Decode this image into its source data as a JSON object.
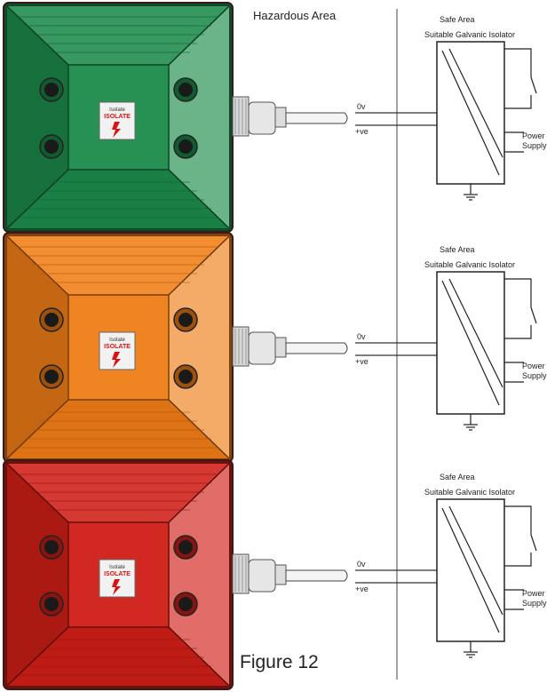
{
  "header": {
    "hazardous_area": "Hazardous Area"
  },
  "caption": "Figure 12",
  "colors": {
    "green": "#1c8a4a",
    "amber": "#f07d16",
    "red": "#cf1e16"
  },
  "beacons": [
    {
      "color_name": "green",
      "label_top": "Isolate",
      "label_main": "ISOLATE",
      "safe_area": "",
      "isolator": "Suitable Galvanic Isolator",
      "wire_0v": "0v",
      "wire_ve": "+ve",
      "power": "Power",
      "supply": "Supply"
    },
    {
      "color_name": "amber",
      "label_top": "Isolate",
      "label_main": "ISOLATE",
      "safe_area": "Safe Area",
      "isolator": "Suitable Galvanic Isolator",
      "wire_0v": "0v",
      "wire_ve": "+ve",
      "power": "Power",
      "supply": "Supply"
    },
    {
      "color_name": "red",
      "label_top": "Isolate",
      "label_main": "ISOLATE",
      "safe_area": "Safe Area",
      "isolator": "Suitable Galvanic Isolator",
      "wire_0v": "0v",
      "wire_ve": "+ve",
      "power": "Power",
      "supply": "Supply"
    }
  ],
  "top_safe_area": "Safe Area"
}
